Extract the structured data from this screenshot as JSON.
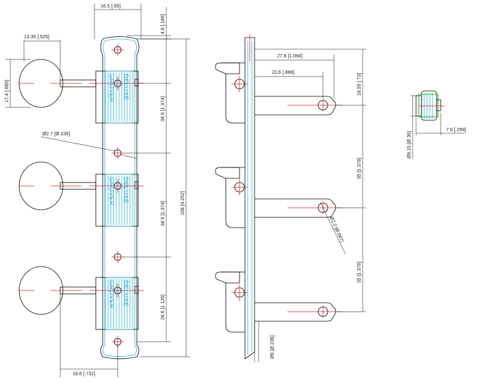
{
  "drawing": {
    "front_view": {
      "dim_top_width": "16.5 [.65]",
      "dim_top_offset": "4.8 [.189]",
      "dim_button_height": "17.4 [.685]",
      "dim_button_width": "13.35 [.526]",
      "dim_hole": "Ø2.7 [Ø.106]",
      "dim_spacing_1": "34.9 [1.374]",
      "dim_spacing_2": "34.9 [1.374]",
      "dim_bottom": "28.6 [1.126]",
      "dim_total_length": "108 [4.252]",
      "dim_bottom_width": "18.6 [.732]",
      "brand_left": "GROVER",
      "brand_right": "DELUXE"
    },
    "side_view": {
      "dim_post_length": "27.8 [1.094]",
      "dim_post_inner": "22.6 [.888]",
      "dim_top_post": "18.55 [.73]",
      "dim_post_spacing_1": "35 [1.378]",
      "dim_post_spacing_2": "35 [1.378]",
      "dim_post_hole": "Ø2.2 [Ø.087]",
      "dim_post_diameter": "Ø6 [Ø.236]"
    },
    "bushing_view": {
      "dim_height": "7.6 [.299]",
      "dim_diameter": "Ø9.15 [Ø.36]"
    }
  }
}
